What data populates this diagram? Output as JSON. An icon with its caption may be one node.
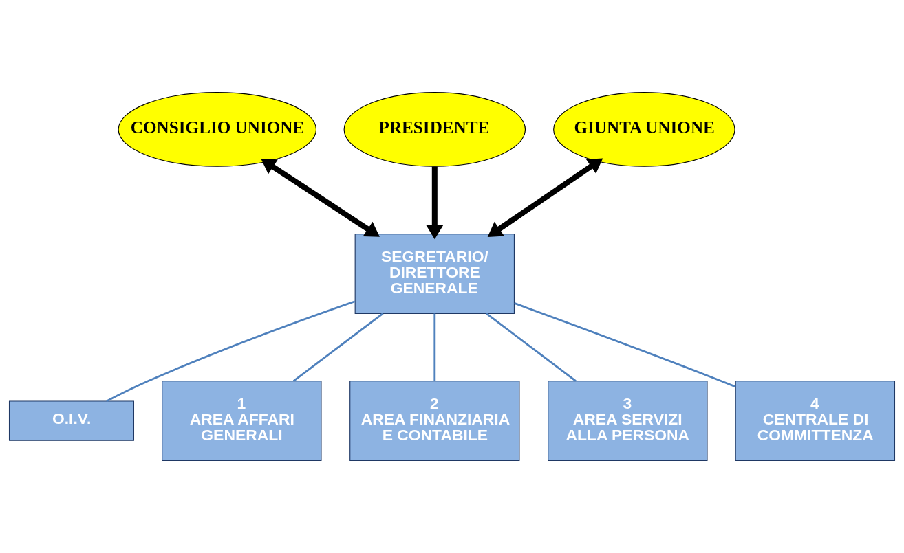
{
  "diagram": {
    "nodes": [
      {
        "text": [
          "CONSIGLIO UNIONE"
        ]
      },
      {
        "text": [
          "PRESIDENTE"
        ]
      },
      {
        "text": [
          "GIUNTA UNIONE"
        ]
      },
      {
        "text": [
          "SEGRETARIO/ DIRETTORE GENERALE"
        ]
      },
      {
        "text": [
          "O.I.V."
        ]
      },
      {
        "text": [
          "1",
          "AREA AFFARI GENERALI"
        ]
      },
      {
        "text": [
          "2",
          "AREA FINANZIARIA E CONTABILE"
        ]
      },
      {
        "text": [
          "3",
          "AREA SERVIZI ALLA PERSONA"
        ]
      },
      {
        "text": [
          "4",
          "CENTRALE DI COMMITTENZA"
        ]
      }
    ],
    "edges": [
      {
        "from": 0,
        "to": 3,
        "arrow": "both",
        "style": "thick",
        "color": "#000000"
      },
      {
        "from": 1,
        "to": 3,
        "arrow": "to",
        "style": "thick",
        "color": "#000000"
      },
      {
        "from": 2,
        "to": 3,
        "arrow": "both",
        "style": "thick",
        "color": "#000000"
      },
      {
        "from": 3,
        "to": 4,
        "arrow": "none"
      },
      {
        "from": 3,
        "to": 5,
        "arrow": "none"
      },
      {
        "from": 3,
        "to": 6,
        "arrow": "none"
      },
      {
        "from": 3,
        "to": 7,
        "arrow": "none"
      },
      {
        "from": 3,
        "to": 8,
        "arrow": "none"
      }
    ]
  }
}
